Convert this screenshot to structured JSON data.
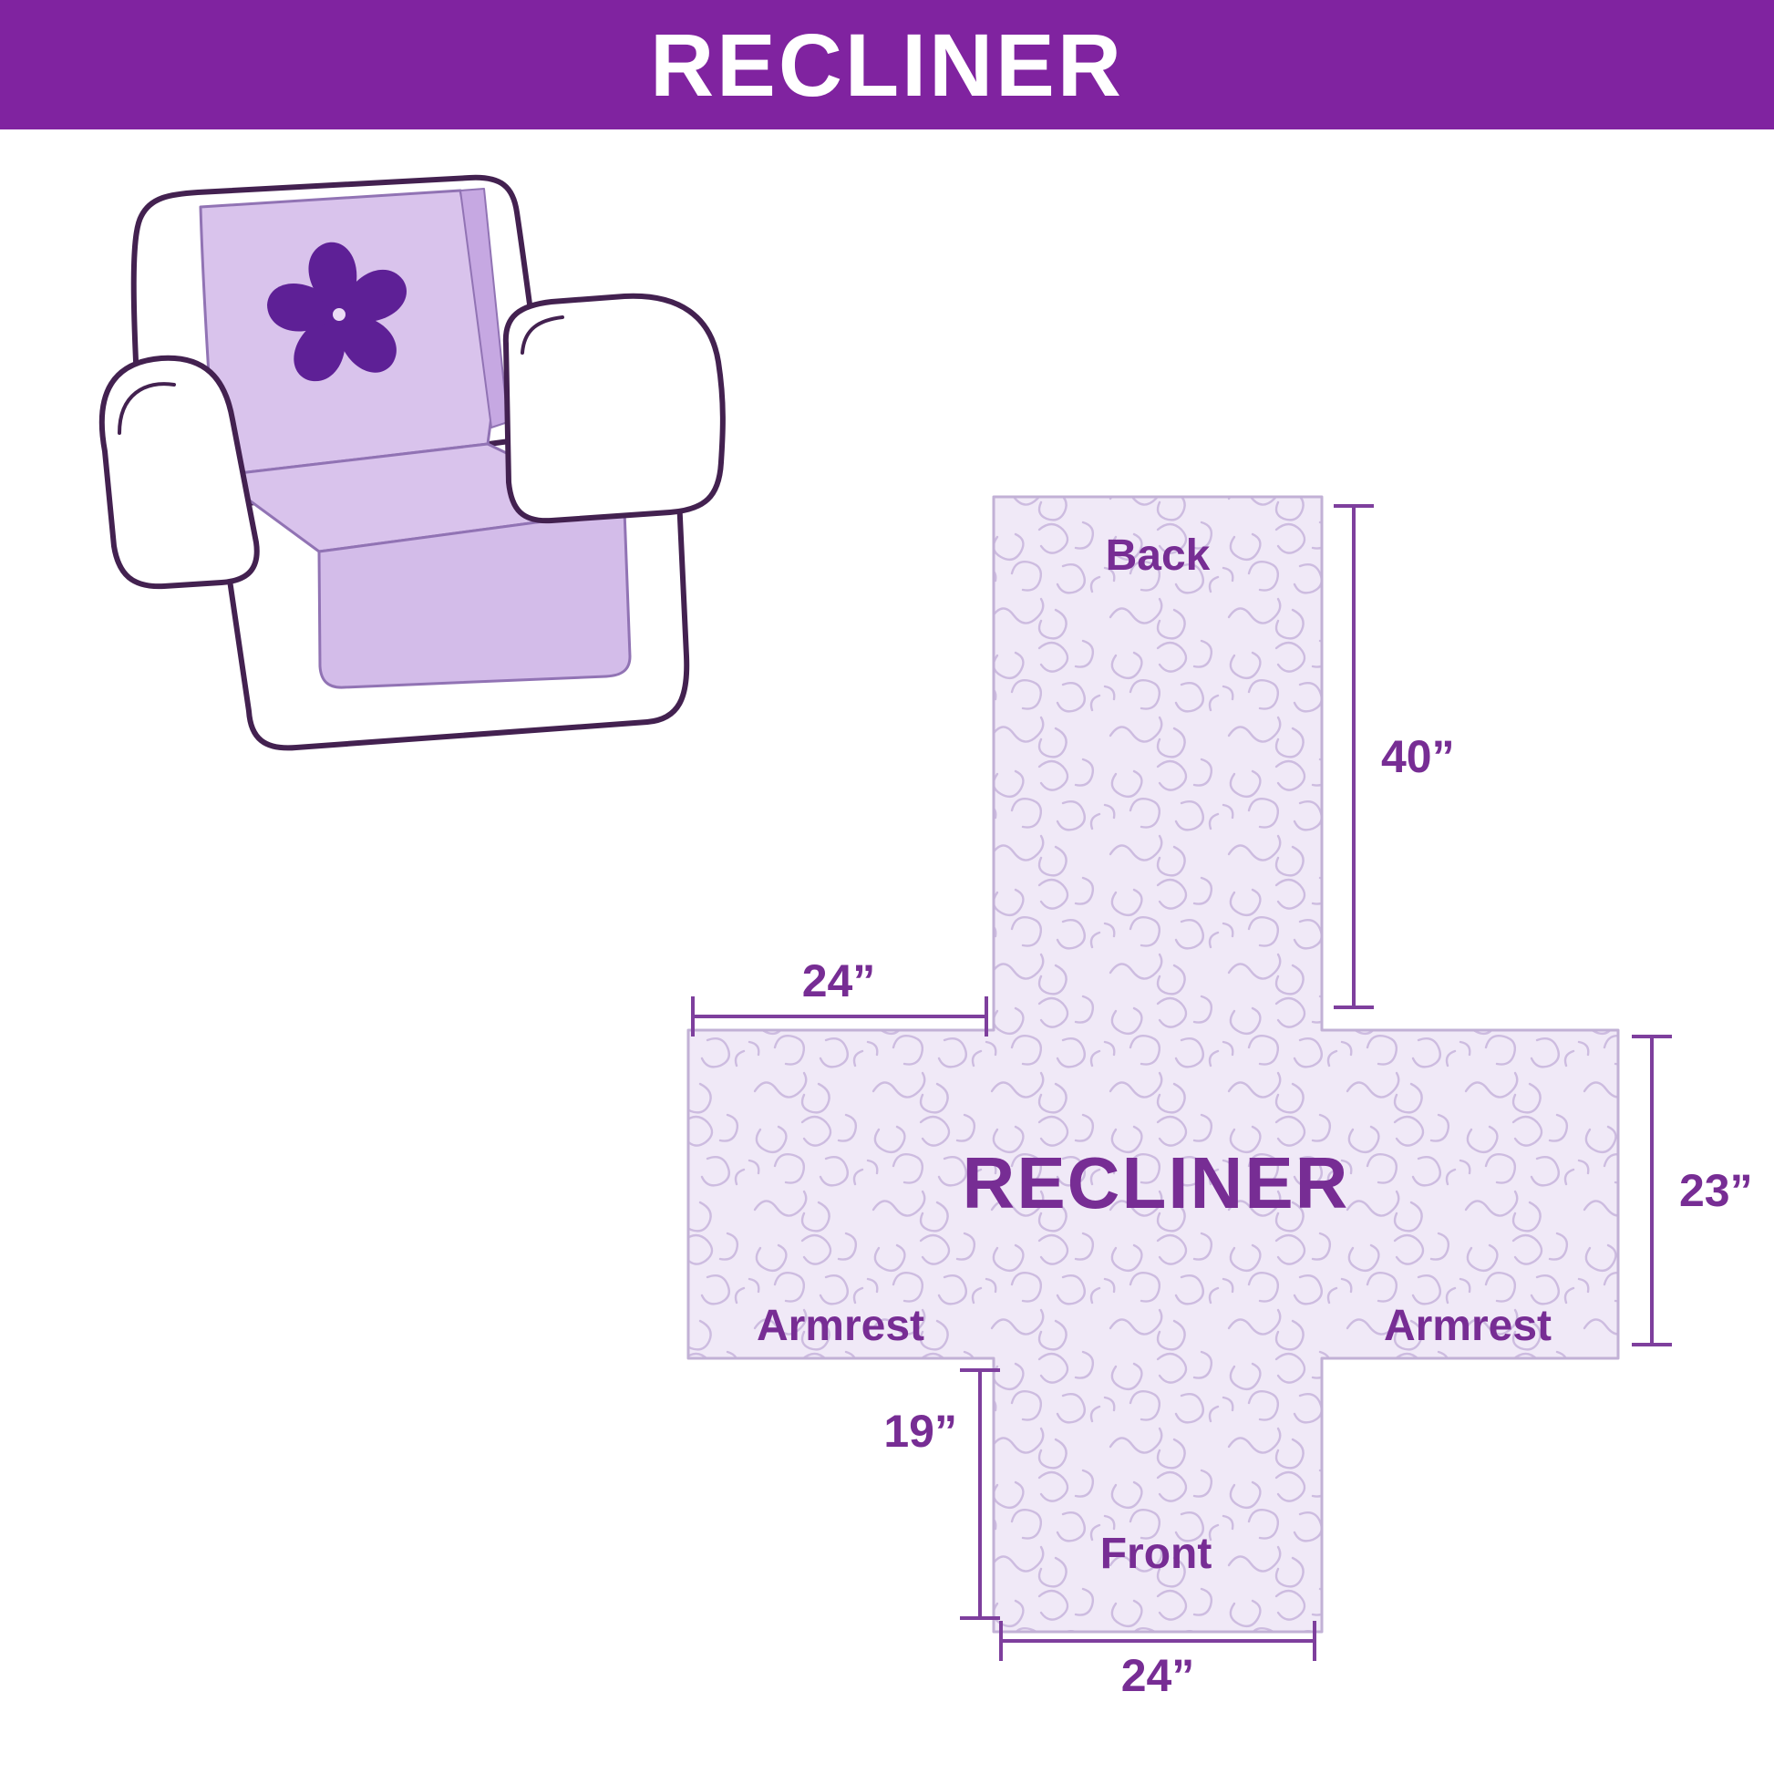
{
  "page": {
    "background": "#FFFFFF"
  },
  "header": {
    "title": "RECLINER",
    "bg_color": "#8023A0",
    "text_color": "#FFFFFF"
  },
  "chair": {
    "description": "armchair with quilted purple protective cover",
    "cover_color": "#D9C3EC",
    "skirt_color": "#D3BCE9",
    "outline_color": "#432150",
    "pinwheel_color": "#5E2096"
  },
  "diagram": {
    "center_label": "RECLINER",
    "labels": {
      "back": "Back",
      "front": "Front",
      "armrest_left": "Armrest",
      "armrest_right": "Armrest"
    },
    "dimensions": {
      "back_height": "40”",
      "top_width": "24”",
      "armrest_height": "23”",
      "front_height": "19”",
      "front_width": "24”"
    },
    "colors": {
      "fill": "#F0E9F7",
      "pattern": "#CDBCE0",
      "outline": "#C2B1D6",
      "label": "#772D94",
      "line": "#7E3F9D"
    }
  }
}
